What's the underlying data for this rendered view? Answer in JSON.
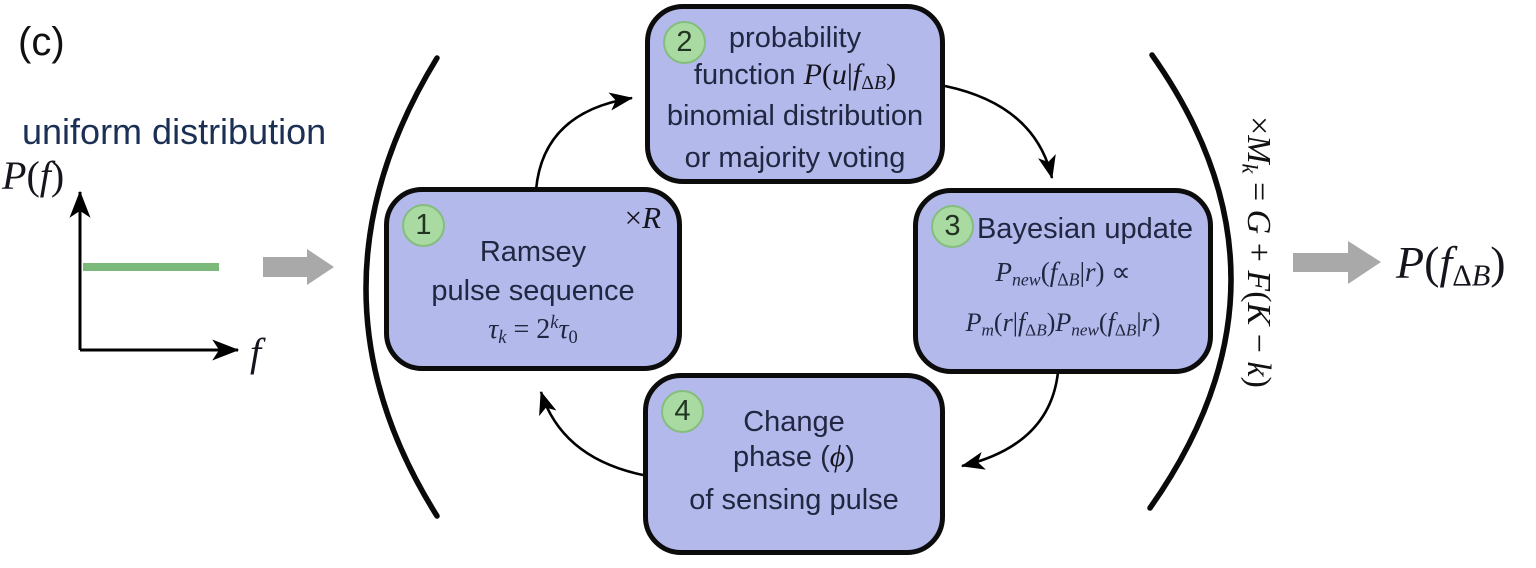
{
  "panel_label": "(c)",
  "colors": {
    "box_fill": "#b4b9ec",
    "box_border": "#0c0c0c",
    "circle_fill": "#a9daa2",
    "circle_border": "#84bd7d",
    "green_line": "#7cba7b",
    "gray_arrow": "#a9a9a9",
    "heading_blue": "#1c3055",
    "box_text": "#202740"
  },
  "input_plot": {
    "title": "uniform distribution",
    "y_axis_math": [
      [
        "i",
        "P"
      ],
      [
        "r",
        "("
      ],
      [
        "i",
        "f"
      ],
      [
        "r",
        ")"
      ]
    ],
    "x_axis_math": [
      [
        "i",
        "f"
      ]
    ]
  },
  "cycle": {
    "boxes": {
      "ramsey": {
        "number": "1",
        "repeat_math": [
          [
            "r",
            "×"
          ],
          [
            "i",
            "R"
          ]
        ],
        "paren_open": "(",
        "paren_close": ")",
        "line1": "Ramsey",
        "line2": "pulse sequence",
        "tau_math": [
          [
            "i",
            "τ"
          ],
          [
            "isub",
            "k"
          ],
          [
            "r",
            " = 2"
          ],
          [
            "isup",
            "k"
          ],
          [
            "i",
            "τ"
          ],
          [
            "sub",
            "0"
          ]
        ]
      },
      "probability": {
        "number": "2",
        "line1": "probability",
        "line2_prefix": "function ",
        "line2_math": [
          [
            "i",
            "P"
          ],
          [
            "r",
            "("
          ],
          [
            "i",
            "u"
          ],
          [
            "r",
            "|"
          ],
          [
            "i",
            "f"
          ],
          [
            "sub",
            "Δ"
          ],
          [
            "isub",
            "B"
          ],
          [
            "r",
            ")"
          ]
        ],
        "line3": "binomial distribution",
        "line4": "or majority voting"
      },
      "bayesian": {
        "number": "3",
        "title": "Bayesian update",
        "eq1_math": [
          [
            "i",
            "P"
          ],
          [
            "isub",
            "new"
          ],
          [
            "r",
            "("
          ],
          [
            "i",
            "f"
          ],
          [
            "sub",
            "Δ"
          ],
          [
            "isub",
            "B"
          ],
          [
            "r",
            "|"
          ],
          [
            "i",
            "r"
          ],
          [
            "r",
            ") ∝"
          ]
        ],
        "eq2_math": [
          [
            "i",
            "P"
          ],
          [
            "isub",
            "m"
          ],
          [
            "r",
            "("
          ],
          [
            "i",
            "r"
          ],
          [
            "r",
            "|"
          ],
          [
            "i",
            "f"
          ],
          [
            "sub",
            "Δ"
          ],
          [
            "isub",
            "B"
          ],
          [
            "r",
            ")"
          ],
          [
            "i",
            "P"
          ],
          [
            "isub",
            "new"
          ],
          [
            "r",
            "("
          ],
          [
            "i",
            "f"
          ],
          [
            "sub",
            "Δ"
          ],
          [
            "isub",
            "B"
          ],
          [
            "r",
            "|"
          ],
          [
            "i",
            "r"
          ],
          [
            "r",
            ")"
          ]
        ]
      },
      "phase": {
        "number": "4",
        "line1": "Change",
        "line2_prefix": "phase (",
        "phi_math": [
          [
            "i",
            "ϕ"
          ]
        ],
        "line2_suffix": ")",
        "line3": "of sensing pulse"
      }
    },
    "multiplier_math": [
      [
        "r",
        "×"
      ],
      [
        "i",
        "M"
      ],
      [
        "isub",
        "k"
      ],
      [
        "r",
        " = "
      ],
      [
        "i",
        "G"
      ],
      [
        "r",
        " + "
      ],
      [
        "i",
        "F"
      ],
      [
        "r",
        "("
      ],
      [
        "i",
        "K"
      ],
      [
        "r",
        " − "
      ],
      [
        "i",
        "k"
      ],
      [
        "r",
        ")"
      ]
    ]
  },
  "output_math": [
    [
      "i",
      "P"
    ],
    [
      "r",
      "("
    ],
    [
      "i",
      "f"
    ],
    [
      "sub",
      "Δ"
    ],
    [
      "isub",
      "B"
    ],
    [
      "r",
      ")"
    ]
  ]
}
